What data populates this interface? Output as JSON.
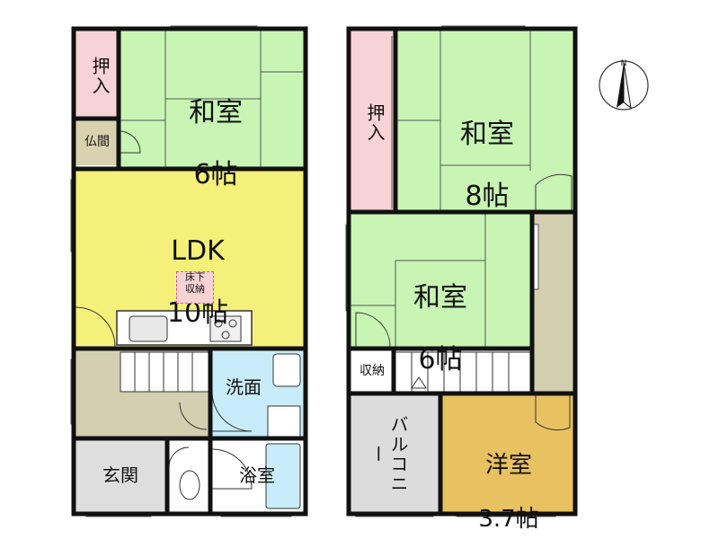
{
  "floor1": {
    "washitsu": {
      "name": "和室",
      "size": "6帖"
    },
    "oshiire": "押入",
    "butsuma": "仏間",
    "ldk": {
      "name": "LDK",
      "size": "10帖"
    },
    "underfloor_storage": "床下\n収納",
    "senmen": "洗面",
    "genkan": "玄関",
    "yokushitsu": "浴室"
  },
  "floor2": {
    "oshiire": "押入",
    "washitsu8": {
      "name": "和室",
      "size": "8帖"
    },
    "washitsu6": {
      "name": "和室",
      "size": "6帖"
    },
    "shuno": "収納",
    "balcony": "バルコニー",
    "yoshitsu": {
      "name": "洋室",
      "size": "3.7帖"
    }
  },
  "compass": {
    "label": "N"
  },
  "colors": {
    "tatami": "#c8f5b4",
    "ldk": "#f5f07a",
    "closet": "#f8d3d6",
    "butsuma": "#d8d2b0",
    "hall": "#d3cfb1",
    "wet": "#c8ecf9",
    "genkan": "#dedede",
    "balcony": "#dcdcdc",
    "yoshitsu": "#e8c160"
  }
}
